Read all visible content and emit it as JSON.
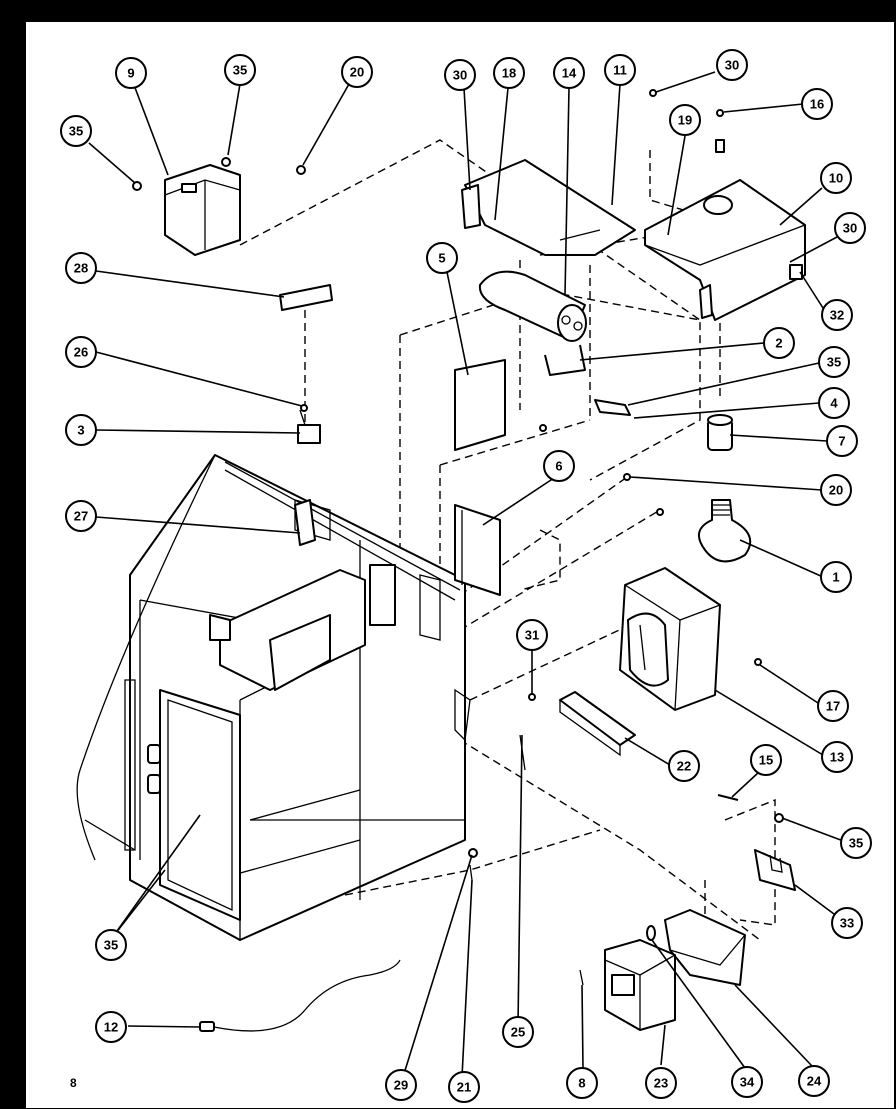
{
  "page_number": "8",
  "callouts": [
    {
      "id": "c-9",
      "label": "9"
    },
    {
      "id": "c-35a",
      "label": "35"
    },
    {
      "id": "c-20a",
      "label": "20"
    },
    {
      "id": "c-35b",
      "label": "35"
    },
    {
      "id": "c-30a",
      "label": "30"
    },
    {
      "id": "c-18",
      "label": "18"
    },
    {
      "id": "c-14",
      "label": "14"
    },
    {
      "id": "c-11",
      "label": "11"
    },
    {
      "id": "c-30b",
      "label": "30"
    },
    {
      "id": "c-16",
      "label": "16"
    },
    {
      "id": "c-19",
      "label": "19"
    },
    {
      "id": "c-10",
      "label": "10"
    },
    {
      "id": "c-30c",
      "label": "30"
    },
    {
      "id": "c-32",
      "label": "32"
    },
    {
      "id": "c-28",
      "label": "28"
    },
    {
      "id": "c-5",
      "label": "5"
    },
    {
      "id": "c-2",
      "label": "2"
    },
    {
      "id": "c-26",
      "label": "26"
    },
    {
      "id": "c-35c",
      "label": "35"
    },
    {
      "id": "c-4",
      "label": "4"
    },
    {
      "id": "c-3",
      "label": "3"
    },
    {
      "id": "c-7",
      "label": "7"
    },
    {
      "id": "c-6",
      "label": "6"
    },
    {
      "id": "c-20b",
      "label": "20"
    },
    {
      "id": "c-27",
      "label": "27"
    },
    {
      "id": "c-1",
      "label": "1"
    },
    {
      "id": "c-31",
      "label": "31"
    },
    {
      "id": "c-17",
      "label": "17"
    },
    {
      "id": "c-13",
      "label": "13"
    },
    {
      "id": "c-22",
      "label": "22"
    },
    {
      "id": "c-15",
      "label": "15"
    },
    {
      "id": "c-35d",
      "label": "35"
    },
    {
      "id": "c-33",
      "label": "33"
    },
    {
      "id": "c-35e",
      "label": "35"
    },
    {
      "id": "c-25",
      "label": "25"
    },
    {
      "id": "c-12",
      "label": "12"
    },
    {
      "id": "c-29",
      "label": "29"
    },
    {
      "id": "c-21",
      "label": "21"
    },
    {
      "id": "c-8",
      "label": "8"
    },
    {
      "id": "c-23",
      "label": "23"
    },
    {
      "id": "c-34",
      "label": "34"
    },
    {
      "id": "c-24",
      "label": "24"
    }
  ]
}
